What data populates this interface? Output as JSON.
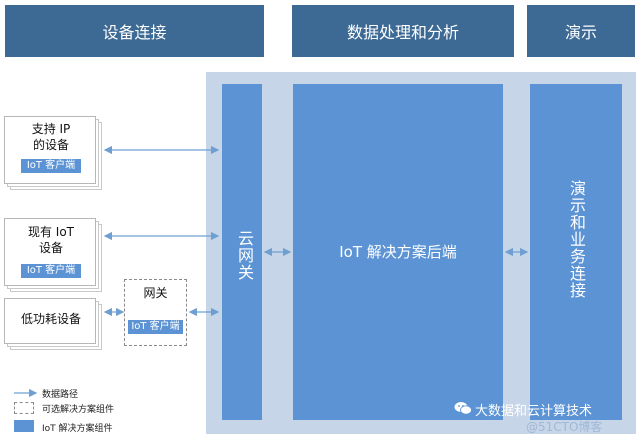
{
  "headers": {
    "device_connection": "设备连接",
    "data_processing": "数据处理和分析",
    "presentation": "演示"
  },
  "columns": {
    "cloud_gateway": "云网关",
    "backend": "IoT 解决方案后端",
    "presentation_business": "演示和业务连接"
  },
  "devices": {
    "ip_device": "支持 IP\n的设备",
    "existing_iot": "现有 IoT\n设备",
    "low_power": "低功耗设备",
    "gateway": "网关",
    "client_label": "IoT 客户端"
  },
  "legend": {
    "data_path": "数据路径",
    "optional": "可选解决方案组件",
    "iot_component": "IoT 解决方案组件"
  },
  "watermark": {
    "main": "大数据和云计算技术",
    "sub": "@51CTO博客"
  },
  "colors": {
    "header": "#3d6a95",
    "component": "#5b93d4",
    "panel": "#c7d5e8",
    "arrow": "#6f9fd0"
  }
}
